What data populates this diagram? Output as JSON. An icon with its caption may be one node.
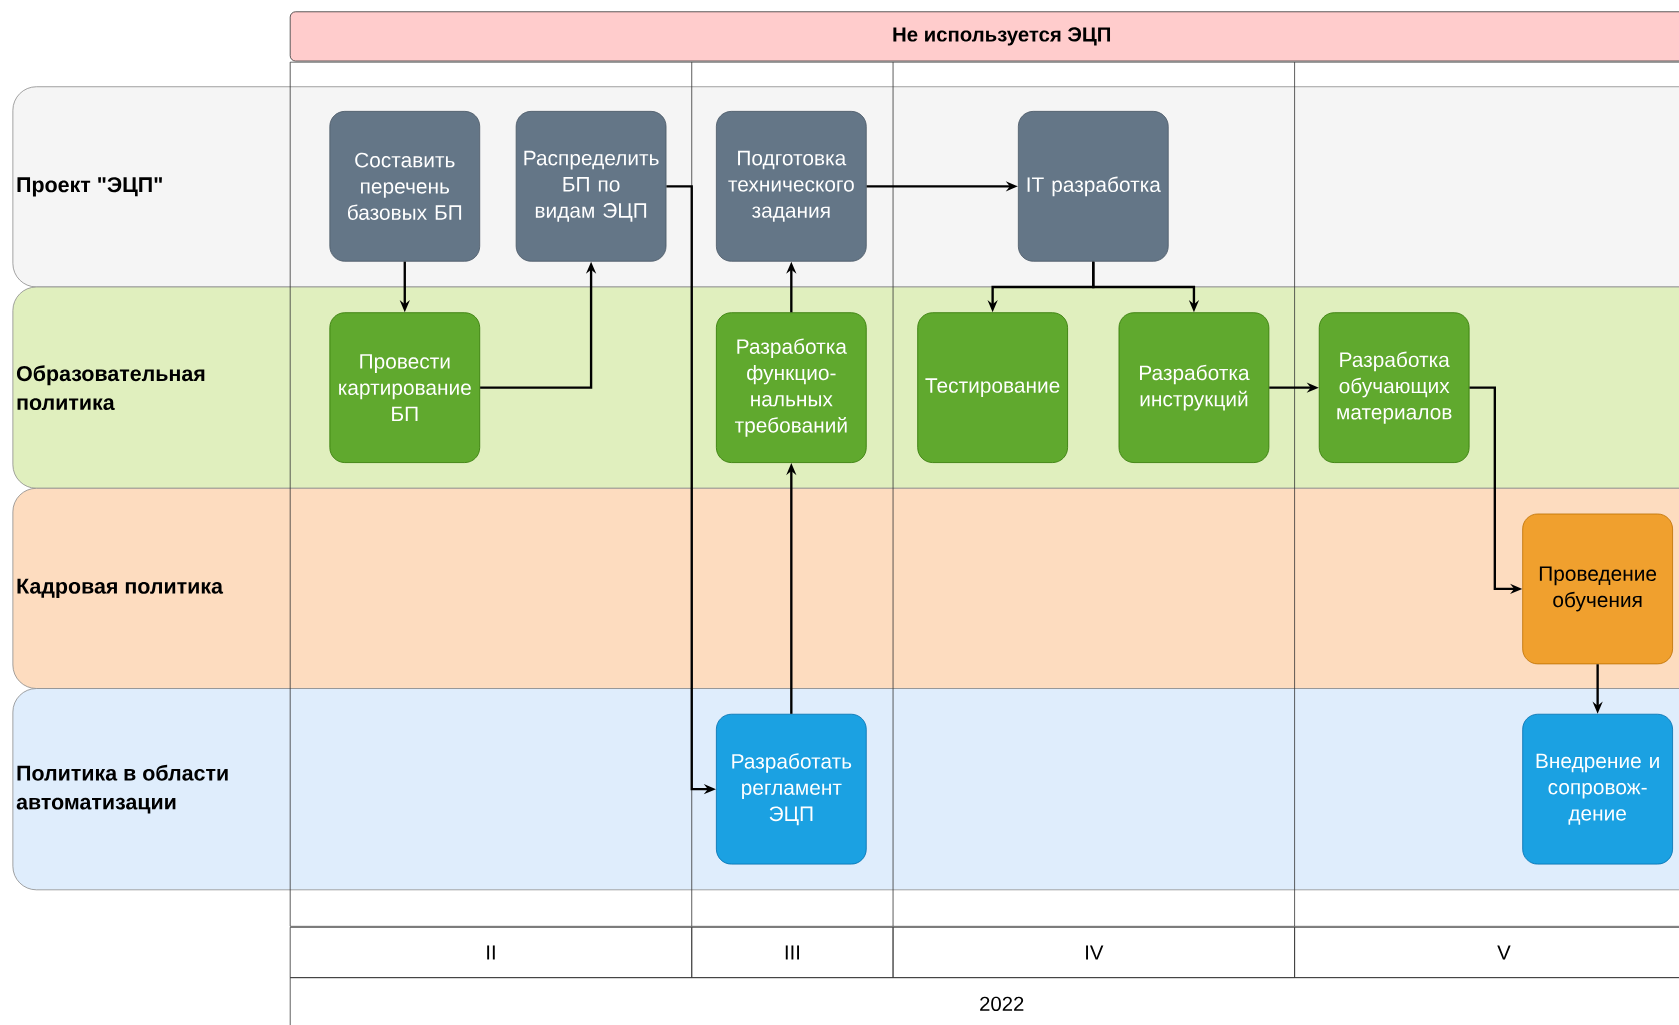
{
  "diagram": {
    "nodes": [
      {
        "text": [
          "Не используется ЭЦП"
        ]
      },
      {
        "text": [
          "Проект \"ЭЦП\""
        ]
      },
      {
        "text": [
          "Образовательная политика"
        ]
      },
      {
        "text": [
          "Кадровая политика"
        ]
      },
      {
        "text": [
          "Политика в области автоматизации"
        ]
      },
      {
        "text": [
          "Составить перечень базовых БП"
        ],
        "in": 1
      },
      {
        "text": [
          "Распределить БП по видам ЭЦП"
        ],
        "in": 1
      },
      {
        "text": [
          "Подготовка технического задания"
        ],
        "in": 1
      },
      {
        "text": [
          "IT разработка"
        ],
        "in": 1
      },
      {
        "text": [
          "Провести картирование БП"
        ],
        "in": 2
      },
      {
        "text": [
          "Разработка функцио- нальных требований"
        ],
        "in": 2
      },
      {
        "text": [
          "Тестирование"
        ],
        "in": 2
      },
      {
        "text": [
          "Разработка инструкций"
        ],
        "in": 2
      },
      {
        "text": [
          "Разработка обучающих материалов"
        ],
        "in": 2
      },
      {
        "text": [
          "Проведение обучения"
        ],
        "in": 3
      },
      {
        "text": [
          "Разработать регламент ЭЦП"
        ],
        "in": 4
      },
      {
        "text": [
          "Внедрение и сопровож- дение"
        ],
        "in": 4
      },
      {
        "text": [
          "II"
        ]
      },
      {
        "text": [
          "III"
        ]
      },
      {
        "text": [
          "IV"
        ]
      },
      {
        "text": [
          "V"
        ]
      },
      {
        "text": [
          "2022"
        ]
      }
    ],
    "edges": [
      {
        "from": 5,
        "to": 9,
        "arrow": "to"
      },
      {
        "from": 9,
        "to": 6,
        "arrow": "to"
      },
      {
        "from": 6,
        "to": 15,
        "arrow": "to"
      },
      {
        "from": 15,
        "to": 10,
        "arrow": "to"
      },
      {
        "from": 10,
        "to": 7,
        "arrow": "to"
      },
      {
        "from": 7,
        "to": 8,
        "arrow": "to"
      },
      {
        "from": 8,
        "to": 11,
        "arrow": "to"
      },
      {
        "from": 8,
        "to": 12,
        "arrow": "to"
      },
      {
        "from": 12,
        "to": 13,
        "arrow": "to"
      },
      {
        "from": 13,
        "to": 14,
        "arrow": "to"
      },
      {
        "from": 14,
        "to": 16,
        "arrow": "to"
      }
    ]
  }
}
